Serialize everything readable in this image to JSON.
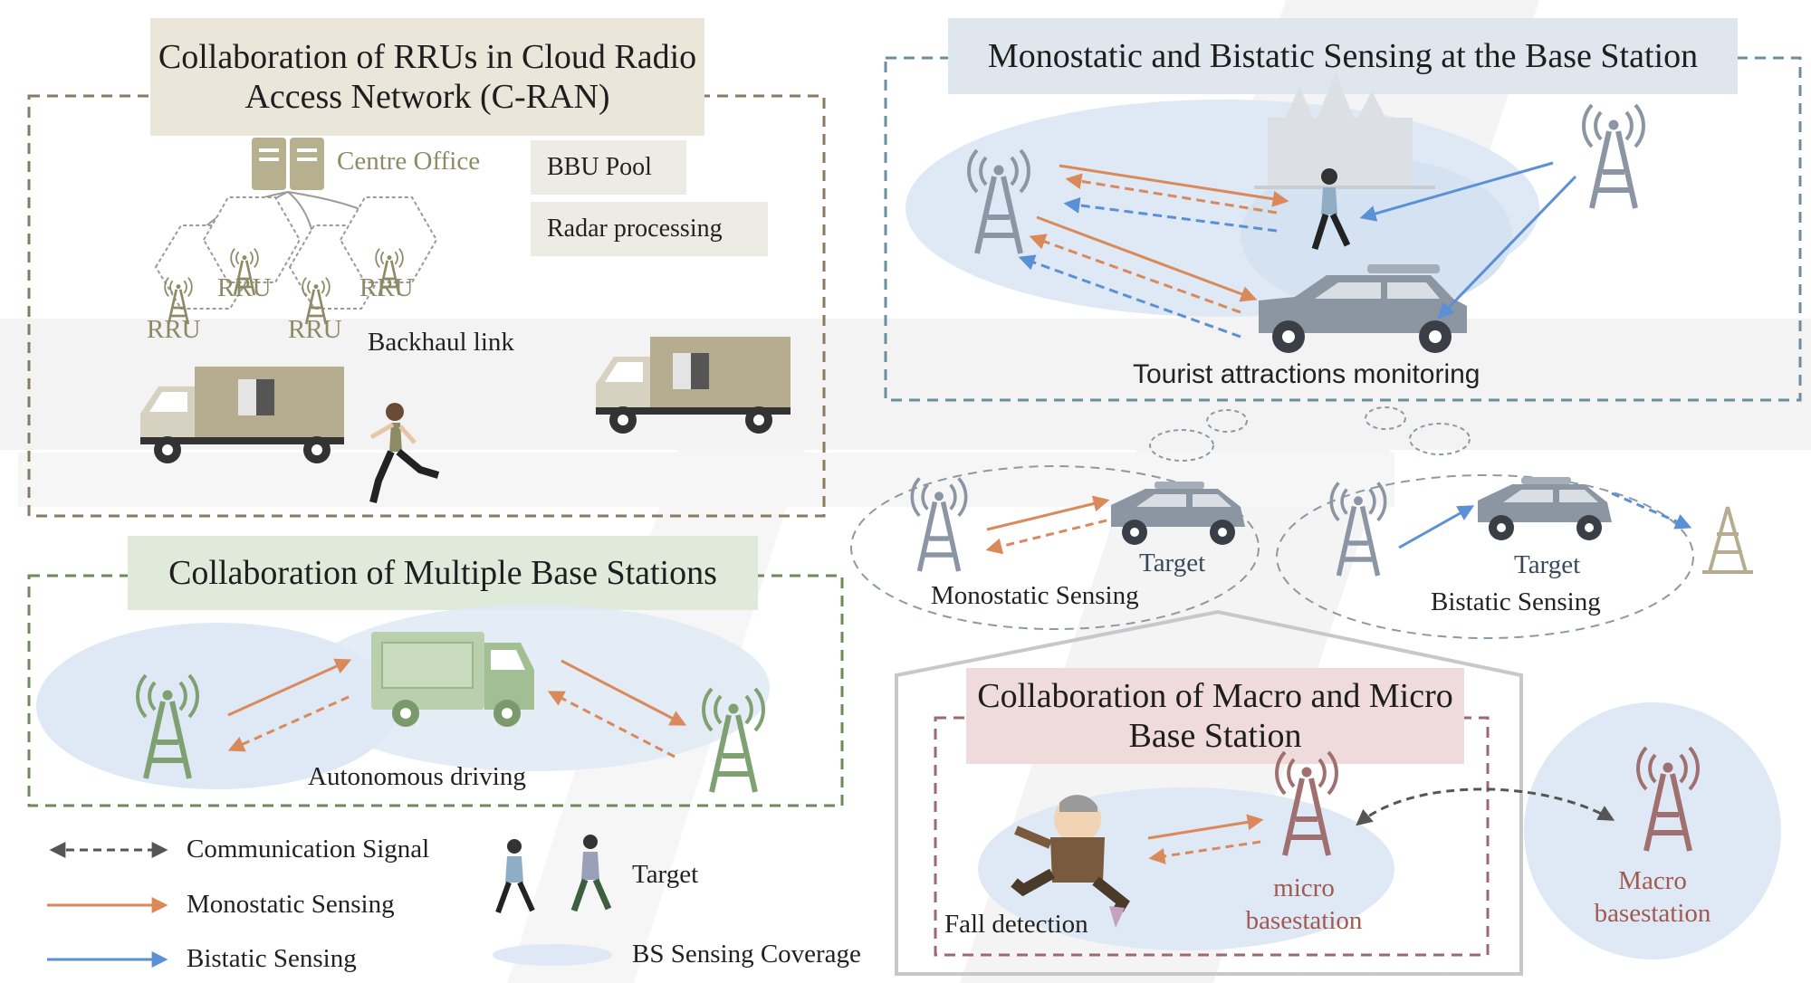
{
  "colors": {
    "orange": "#d9895a",
    "blue": "#5b8fd6",
    "green": "#7fa172",
    "gray_tower": "#8c95a3",
    "olive": "#8d8a66",
    "maroon": "#a07070",
    "coverage": "#dfe9f5"
  },
  "cran": {
    "title": "Collaboration of RRUs in Cloud Radio Access Network (C-RAN)",
    "centre_office": "Centre Office",
    "bbu_pool": "BBU Pool",
    "radar_processing": "Radar processing",
    "rru_labels": [
      "RRU",
      "RRU",
      "RRU",
      "RRU"
    ],
    "backhaul": "Backhaul link"
  },
  "bs_sensing": {
    "title": "Monostatic and Bistatic Sensing at the Base Station",
    "caption": "Tourist attractions monitoring"
  },
  "examples": {
    "mono_target": "Target",
    "mono_label": "Monostatic Sensing",
    "bi_target": "Target",
    "bi_label": "Bistatic Sensing"
  },
  "multi_bs": {
    "title": "Collaboration of Multiple Base Stations",
    "caption": "Autonomous  driving"
  },
  "macro_micro": {
    "title": "Collaboration of Macro and Micro Base Station",
    "fall": "Fall detection",
    "micro": "micro basestation",
    "macro": "Macro basestation"
  },
  "legend": {
    "communication": "Communication Signal",
    "monostatic": "Monostatic Sensing",
    "bistatic": "Bistatic Sensing",
    "target": "Target",
    "coverage": "BS Sensing Coverage"
  }
}
